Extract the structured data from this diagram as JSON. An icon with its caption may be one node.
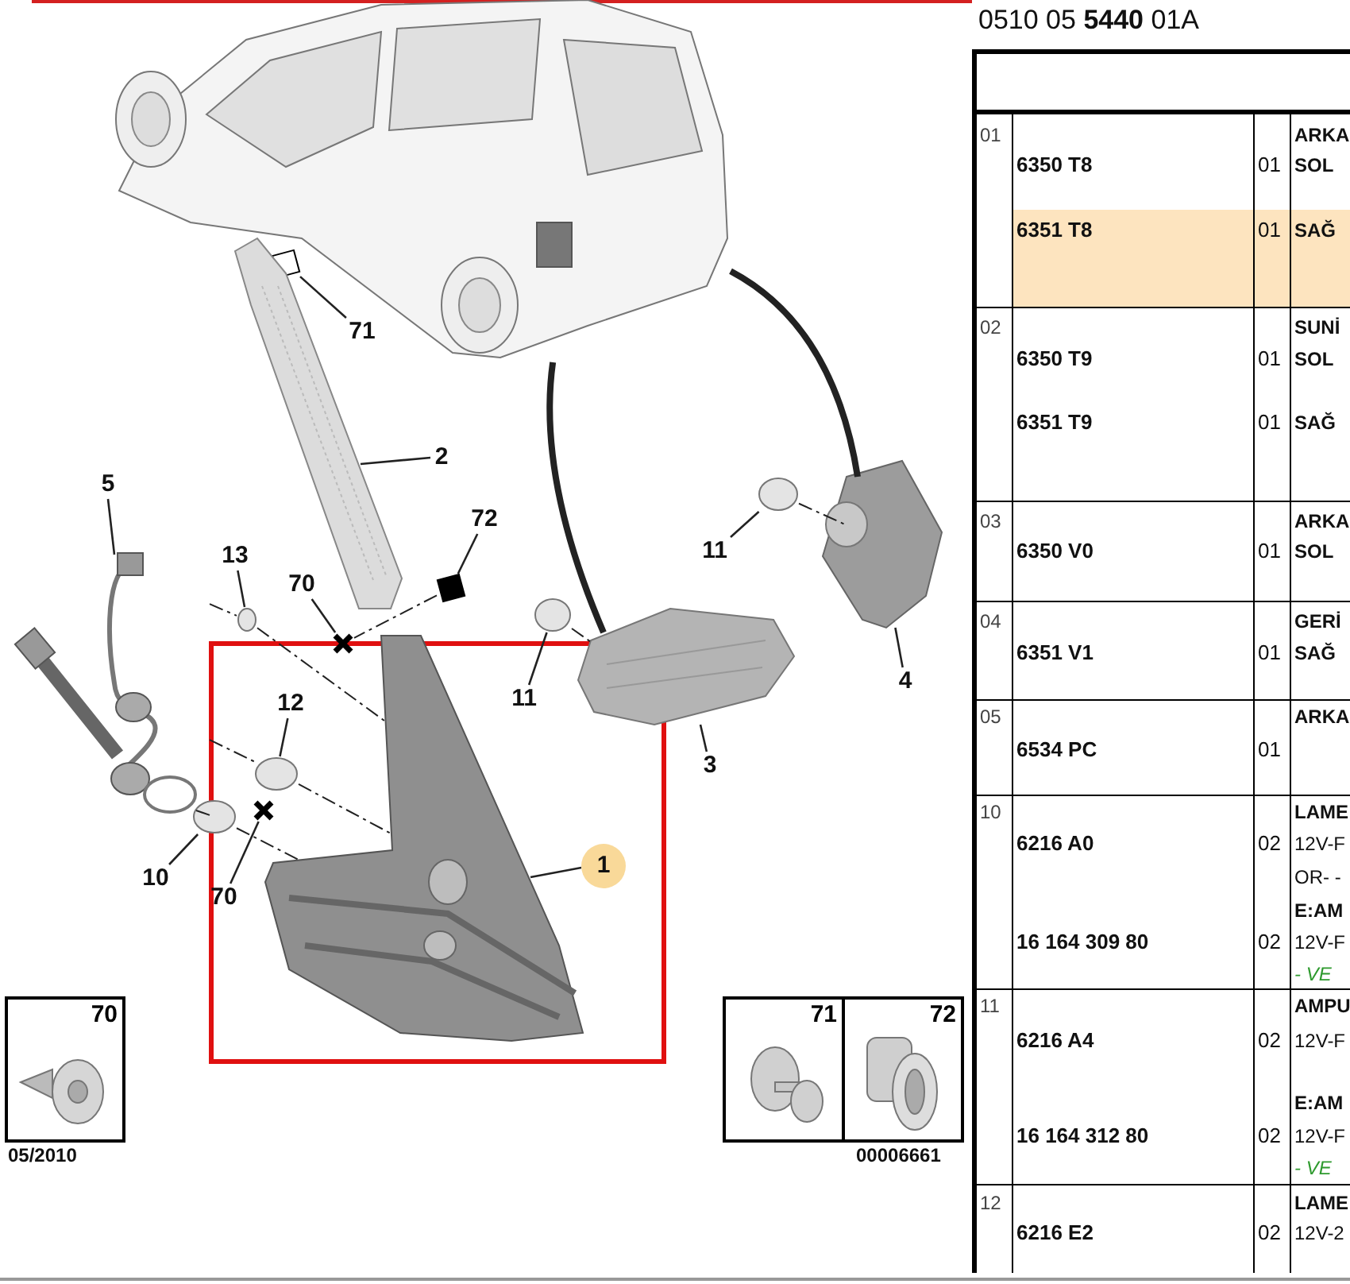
{
  "diagram": {
    "nodes": [
      {
        "text": [
          "71"
        ]
      },
      {
        "text": [
          "2"
        ]
      },
      {
        "text": [
          "5"
        ]
      },
      {
        "text": [
          "13"
        ]
      },
      {
        "text": [
          "70"
        ]
      },
      {
        "text": [
          "72"
        ]
      },
      {
        "text": [
          "11"
        ]
      },
      {
        "text": [
          "4"
        ]
      },
      {
        "text": [
          "11"
        ]
      },
      {
        "text": [
          "3"
        ]
      },
      {
        "text": [
          "12"
        ]
      },
      {
        "text": [
          "10"
        ]
      },
      {
        "text": [
          "70"
        ]
      },
      {
        "text": [
          "1"
        ]
      },
      {
        "text": [],
        "shape": "picture"
      },
      {
        "text": [],
        "shape": "box"
      },
      {
        "text": [],
        "shape": "picture"
      },
      {
        "text": [],
        "shape": "picture"
      },
      {
        "text": [],
        "shape": "circle"
      },
      {
        "text": [],
        "shape": "picture"
      },
      {
        "text": [],
        "shape": "box"
      },
      {
        "text": [],
        "shape": "circle"
      },
      {
        "text": [],
        "shape": "picture"
      },
      {
        "text": [],
        "shape": "circle"
      },
      {
        "text": [],
        "shape": "picture"
      },
      {
        "text": [],
        "shape": "circle"
      },
      {
        "text": [],
        "shape": "circle"
      },
      {
        "text": [],
        "shape": "picture"
      },
      {
        "text": [],
        "shape": "picture"
      },
      {
        "text": [
          "70"
        ]
      },
      {
        "text": [
          "71"
        ]
      },
      {
        "text": [
          "72"
        ]
      }
    ],
    "edges": [
      {
        "from": 0,
        "to": 15,
        "arrow": "none"
      },
      {
        "from": 1,
        "to": 16,
        "arrow": "none"
      },
      {
        "from": 2,
        "to": 17,
        "arrow": "none"
      },
      {
        "from": 3,
        "to": 18,
        "arrow": "none"
      },
      {
        "from": 4,
        "to": 19,
        "arrow": "none"
      },
      {
        "from": 5,
        "to": 20,
        "arrow": "none"
      },
      {
        "from": 6,
        "to": 21,
        "arrow": "none"
      },
      {
        "from": 7,
        "to": 22,
        "arrow": "none"
      },
      {
        "from": 8,
        "to": 23,
        "arrow": "none"
      },
      {
        "from": 9,
        "to": 24,
        "arrow": "none"
      },
      {
        "from": 10,
        "to": 25,
        "arrow": "none"
      },
      {
        "from": 11,
        "to": 26,
        "arrow": "none"
      },
      {
        "from": 12,
        "to": 27,
        "arrow": "none"
      },
      {
        "from": 13,
        "to": 28,
        "arrow": "none"
      },
      {
        "from": 14,
        "to": 24,
        "arrow": "none",
        "style": "thick"
      },
      {
        "from": 14,
        "to": 22,
        "arrow": "none",
        "style": "thick"
      },
      {
        "from": 17,
        "to": 18,
        "arrow": "none",
        "style": "dashed"
      },
      {
        "from": 18,
        "to": 28,
        "arrow": "none",
        "style": "dashed"
      },
      {
        "from": 17,
        "to": 25,
        "arrow": "none",
        "style": "dashed"
      },
      {
        "from": 25,
        "to": 28,
        "arrow": "none",
        "style": "dashed"
      },
      {
        "from": 17,
        "to": 26,
        "arrow": "none",
        "style": "dashed"
      },
      {
        "from": 26,
        "to": 28,
        "arrow": "none",
        "style": "dashed"
      },
      {
        "from": 20,
        "to": 19,
        "arrow": "none",
        "style": "dashed"
      },
      {
        "from": 21,
        "to": 22,
        "arrow": "none",
        "style": "dashed"
      },
      {
        "from": 23,
        "to": 24,
        "arrow": "none",
        "style": "dashed"
      }
    ],
    "labels": [
      "0510 05 **5440** 01A",
      "01",
      "ARKA",
      "6350 T8",
      "01",
      "SOL",
      "6351 T8",
      "01",
      "SAĞ",
      "02",
      "SUNİ",
      "6350 T9",
      "01",
      "SOL",
      "6351 T9",
      "01",
      "SAĞ",
      "03",
      "ARKA",
      "6350 V0",
      "01",
      "SOL",
      "04",
      "GERİ",
      "6351 V1",
      "01",
      "SAĞ",
      "05",
      "ARKA",
      "6534 PC",
      "01",
      "10",
      "LAME",
      "6216 A0",
      "02",
      "12V-F",
      "OR- -",
      "E:AM",
      "16 164 309 80",
      "02",
      "12V-F",
      "- VE",
      "11",
      "AMPU",
      "6216 A4",
      "02",
      "12V-F",
      "E:AM",
      "16 164 312 80",
      "02",
      "12V-F",
      "- VE",
      "12",
      "LAME",
      "6216 E2",
      "02",
      "12V-2",
      "05/2010",
      "00006661"
    ]
  }
}
